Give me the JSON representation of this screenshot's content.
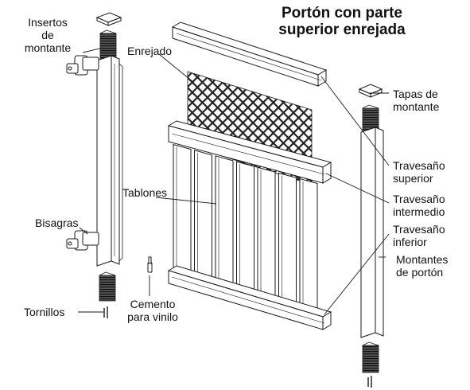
{
  "title": {
    "line1": "Portón con parte",
    "line2": "superior enrejada"
  },
  "labels": {
    "insertos_de_montante": [
      "Insertos",
      "de",
      "montante"
    ],
    "enrejado": "Enrejado",
    "tapas_de_montante": [
      "Tapas de",
      "montante"
    ],
    "travesano_superior": [
      "Travesaño",
      "superior"
    ],
    "travesano_intermedio": [
      "Travesaño",
      "intermedio"
    ],
    "travesano_inferior": [
      "Travesaño",
      "inferior"
    ],
    "tablones": "Tablones",
    "bisagras": "Bisagras",
    "montantes_de_porton": [
      "Montantes",
      "de portón"
    ],
    "cemento_para_vinilo": [
      "Cemento",
      "para vinilo"
    ],
    "tornillos": "Tornillos"
  },
  "colors": {
    "line": "#1a1a1a",
    "insert": "#444444",
    "fill": "#ffffff",
    "trellis": "#222222"
  }
}
